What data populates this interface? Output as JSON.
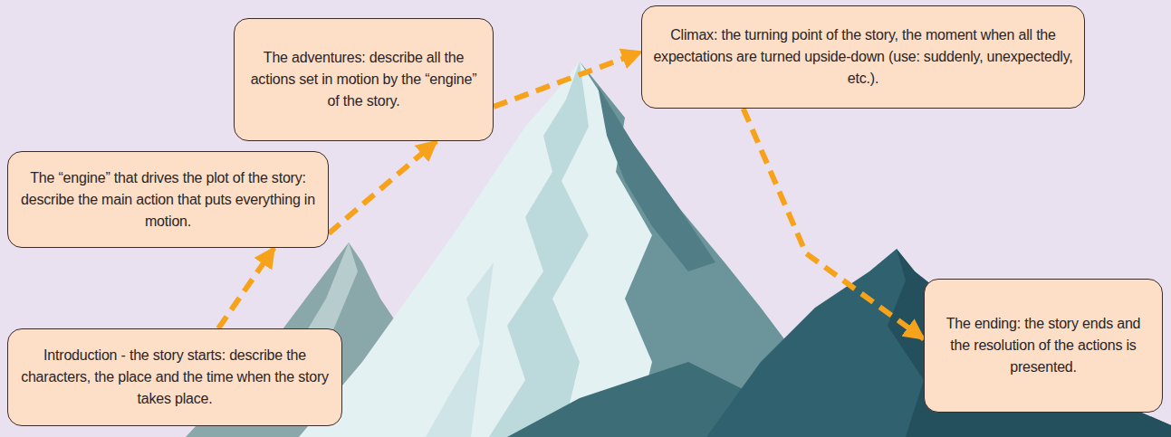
{
  "diagram": {
    "nodes": [
      {
        "text": [
          "Introduction - the story starts: describe the characters, the place and the time when the story takes place."
        ]
      },
      {
        "text": [
          "The “engine” that drives the plot of the story: describe the main action that puts everything in motion."
        ]
      },
      {
        "text": [
          "The adventures: describe all the actions set in motion by the “engine” of the story."
        ]
      },
      {
        "text": [
          "Climax: the turning point of the story, the moment when all the expectations are turned upside-down (use: suddenly, unexpectedly, etc.)."
        ]
      },
      {
        "text": [
          "The ending: the story ends and the resolution of the actions is presented."
        ]
      }
    ],
    "edges": [
      {
        "from": 0,
        "to": 1,
        "arrow": "to"
      },
      {
        "from": 1,
        "to": 2,
        "arrow": "to"
      },
      {
        "from": 2,
        "to": 3,
        "arrow": "to"
      },
      {
        "from": 3,
        "to": 4,
        "arrow": "to"
      }
    ]
  }
}
